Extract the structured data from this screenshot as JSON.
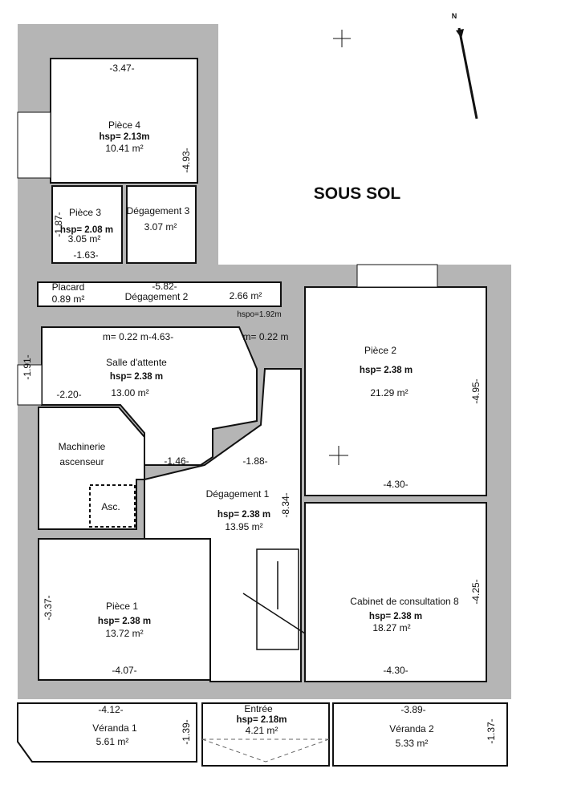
{
  "title": "SOUS SOL",
  "north": "N",
  "rooms": {
    "piece4": {
      "name": "Pièce 4",
      "hsp": "hsp= 2.13m",
      "area": "10.41 m²",
      "dim_top": "-3.47-",
      "dim_side": "-4.93-"
    },
    "piece3": {
      "name": "Pièce 3",
      "hsp": "hsp= 2.08 m",
      "area": "3.05 m²",
      "dim_side": "-1.87-",
      "dim_bottom": "-1.63-"
    },
    "degagement3": {
      "name": "Dégagement 3",
      "area": "3.07 m²"
    },
    "placard": {
      "name": "Placard",
      "area": "0.89 m²"
    },
    "degagement2": {
      "name": "Dégagement 2",
      "area": "2.66 m²",
      "dim": "-5.82-",
      "hsp": "hspo=1.92m"
    },
    "salle_attente": {
      "name": "Salle d'attente",
      "hsp": "hsp= 2.38 m",
      "area": "13.00 m²",
      "dim_top": "m= 0.22 m-4.63-",
      "dim_top2": "m= 0.22 m",
      "dim_side": "-1.91-",
      "dim_left": "-2.20-",
      "dim_bottom": "-1.46-"
    },
    "machinerie": {
      "name": "Machinerie",
      "name2": "ascenseur",
      "asc": "Asc."
    },
    "degagement1": {
      "name": "Dégagement 1",
      "hsp": "hsp= 2.38 m",
      "area": "13.95 m²",
      "dim_top": "-1.88-",
      "dim_side": "-8.34-"
    },
    "piece2": {
      "name": "Pièce 2",
      "hsp": "hsp= 2.38 m",
      "area": "21.29 m²",
      "dim_side": "-4.95-",
      "dim_bottom": "-4.30-"
    },
    "cabinet": {
      "name": "Cabinet de consultation 8",
      "hsp": "hsp= 2.38 m",
      "area": "18.27 m²",
      "dim_side": "-4.25-",
      "dim_bottom": "-4.30-"
    },
    "piece1": {
      "name": "Pièce 1",
      "hsp": "hsp= 2.38 m",
      "area": "13.72 m²",
      "dim_side": "-3.37-",
      "dim_bottom": "-4.07-"
    },
    "veranda1": {
      "name": "Véranda 1",
      "area": "5.61 m²",
      "dim_top": "-4.12-",
      "dim_side": "-1.39-"
    },
    "entree": {
      "name": "Entrée",
      "hsp": "hsp= 2.18m",
      "area": "4.21 m²"
    },
    "veranda2": {
      "name": "Véranda 2",
      "area": "5.33 m²",
      "dim_top": "-3.89-",
      "dim_side": "-1.37-"
    }
  }
}
